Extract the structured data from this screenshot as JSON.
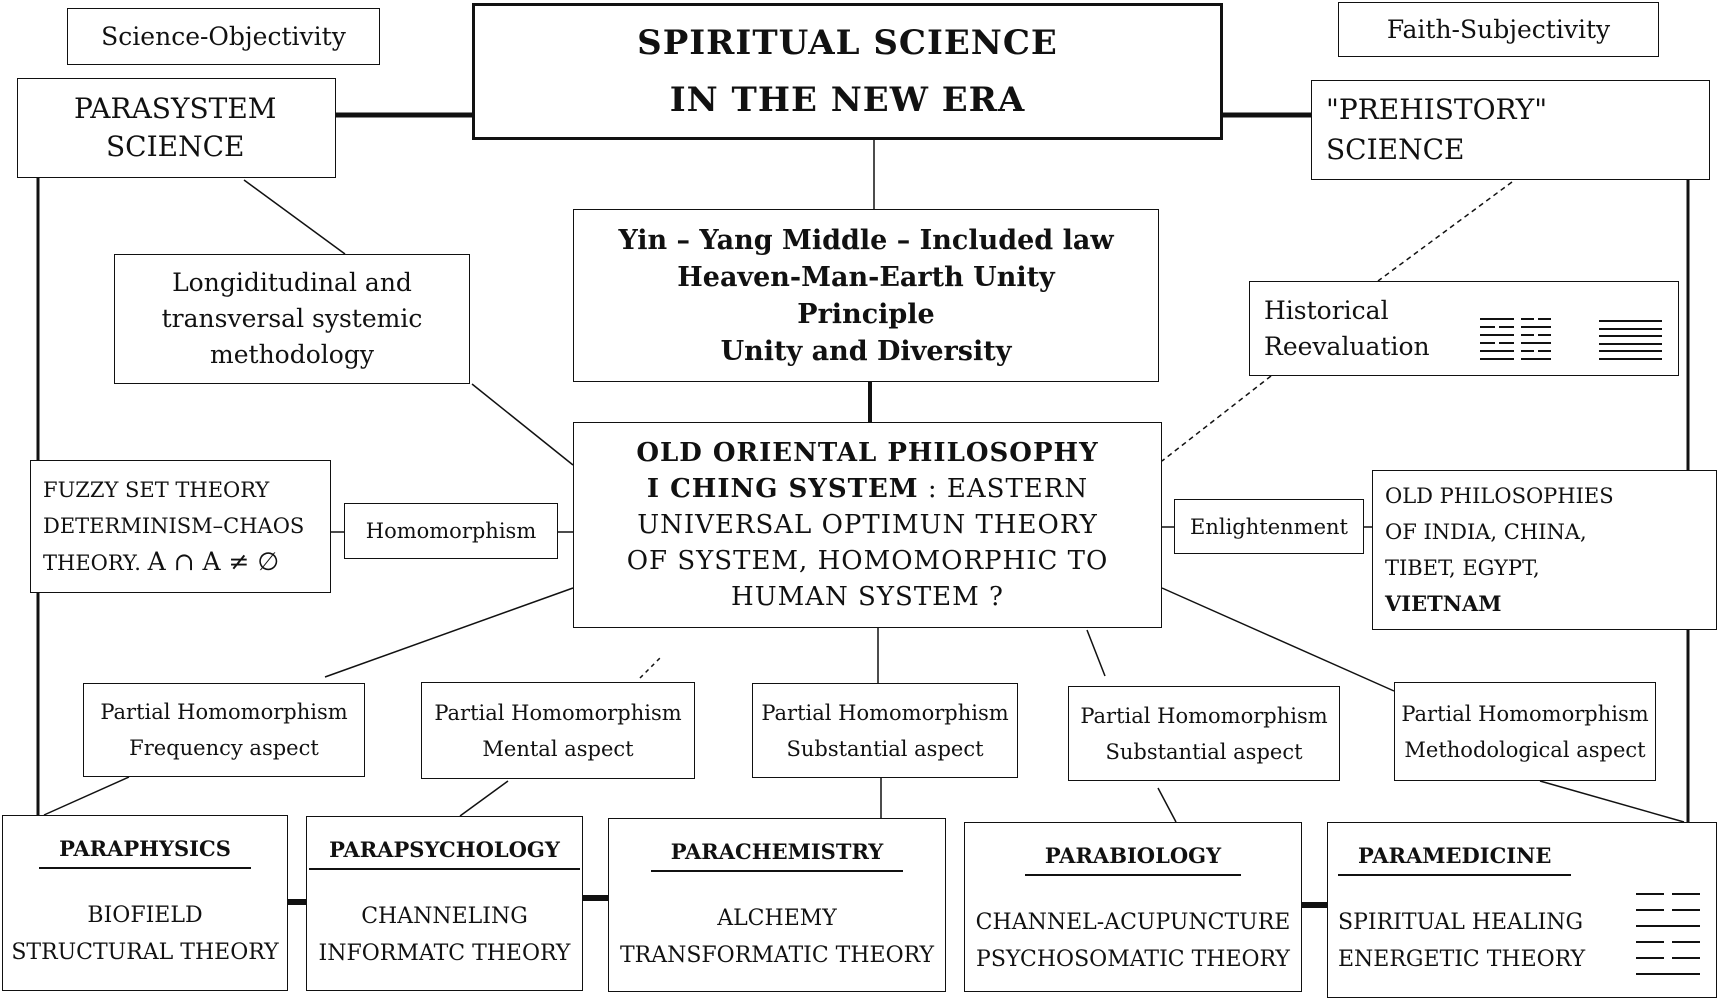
{
  "diagram": {
    "science_objectivity": "Science-Objectivity",
    "faith_subjectivity": "Faith-Subjectivity",
    "title": [
      "SPIRITUAL SCIENCE",
      "IN THE NEW ERA"
    ],
    "parasystem": [
      "PARASYSTEM",
      "SCIENCE"
    ],
    "prehistory": [
      "\"PREHISTORY\"",
      "SCIENCE"
    ],
    "principles": [
      "Yin – Yang Middle – Included law",
      "Heaven-Man-Earth Unity",
      "Principle",
      "Unity and Diversity"
    ],
    "methodology": [
      "Longiditudinal and",
      "transversal systemic",
      "methodology"
    ],
    "historical": [
      "Historical",
      "Reevaluation"
    ],
    "central": {
      "line1": "OLD ORIENTAL PHILOSOPHY",
      "line2_bold": "I CHING SYSTEM",
      "line2_rest": " : EASTERN",
      "line3": "UNIVERSAL OPTIMUN THEORY",
      "line4": "OF SYSTEM, HOMOMORPHIC TO",
      "line5": "HUMAN SYSTEM ?"
    },
    "fuzzy": [
      "FUZZY SET THEORY",
      "DETERMINISM–CHAOS",
      "THEORY.",
      "A ∩ A ≠ ∅"
    ],
    "homomorphism": "Homomorphism",
    "enlightenment": "Enlightenment",
    "philosophies": [
      "OLD PHILOSOPHIES",
      "OF INDIA, CHINA,",
      "TIBET, EGYPT,",
      "VIETNAM"
    ],
    "partials": [
      [
        "Partial Homomorphism",
        "Frequency aspect"
      ],
      [
        "Partial Homomorphism",
        "Mental aspect"
      ],
      [
        "Partial Homomorphism",
        "Substantial aspect"
      ],
      [
        "Partial Homomorphism",
        "Substantial aspect"
      ],
      [
        "Partial Homomorphism",
        "Methodological aspect"
      ]
    ],
    "bottom": [
      {
        "title": "PARAPHYSICS",
        "lines": [
          "BIOFIELD",
          "STRUCTURAL THEORY"
        ]
      },
      {
        "title": "PARAPSYCHOLOGY",
        "lines": [
          "CHANNELING",
          "INFORMATC THEORY"
        ]
      },
      {
        "title": "PARACHEMISTRY",
        "lines": [
          "ALCHEMY",
          "TRANSFORMATIC THEORY"
        ]
      },
      {
        "title": "PARABIOLOGY",
        "lines": [
          "CHANNEL-ACUPUNCTURE",
          "PSYCHOSOMATIC THEORY"
        ]
      },
      {
        "title": "PARAMEDICINE",
        "lines": [
          "SPIRITUAL HEALING",
          "ENERGETIC THEORY"
        ]
      }
    ],
    "colors": {
      "ink": "#111111",
      "paper": "#ffffff"
    }
  }
}
